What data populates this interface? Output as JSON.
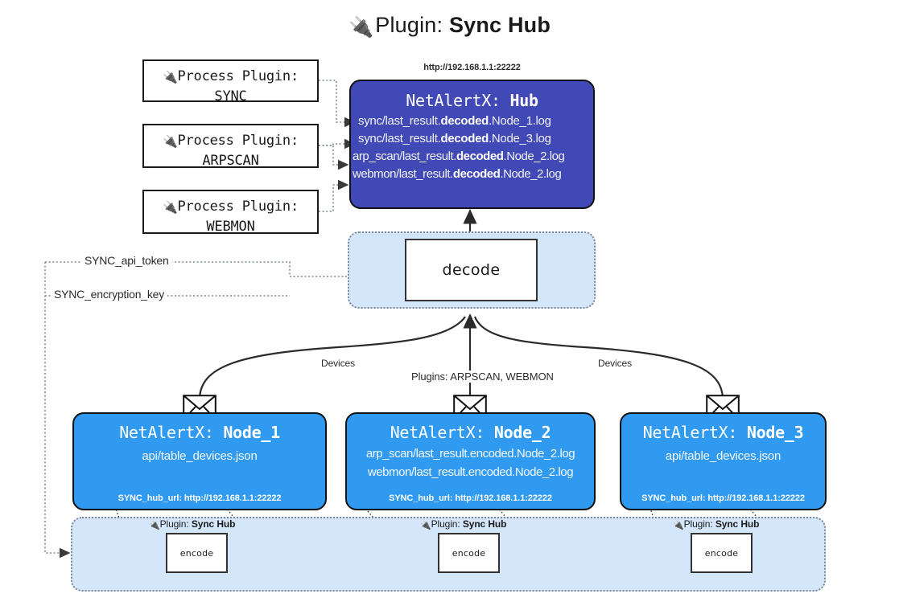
{
  "title": {
    "icon": "plug-icon",
    "prefix": "Plugin:",
    "name": "Sync Hub",
    "glyph": "🔌"
  },
  "process_plugins": [
    {
      "icon": "plug-icon",
      "line1": "Process Plugin:",
      "line2": "SYNC"
    },
    {
      "icon": "plug-icon",
      "line1": "Process Plugin:",
      "line2": "ARPSCAN"
    },
    {
      "icon": "plug-icon",
      "line1": "Process Plugin:",
      "line2": "WEBMON"
    }
  ],
  "hub": {
    "url": "http://192.168.1.1:22222",
    "title_prefix": "NetAlertX:",
    "title_name": "Hub",
    "logs": [
      {
        "pre": "sync/last_result.",
        "mid": "decoded",
        "post": ".Node_1.log"
      },
      {
        "pre": "sync/last_result.",
        "mid": "decoded",
        "post": ".Node_3.log"
      },
      {
        "pre": "arp_scan/last_result.",
        "mid": "decoded",
        "post": ".Node_2.log"
      },
      {
        "pre": "webmon/last_result.",
        "mid": "decoded",
        "post": ".Node_2.log"
      }
    ]
  },
  "decode": {
    "label": "decode"
  },
  "tokens": {
    "api_token": "SYNC_api_token",
    "encryption_key": "SYNC_encryption_key"
  },
  "edge_labels": {
    "devices_left": "Devices",
    "devices_right": "Devices",
    "plugins_center": "Plugins: ARPSCAN, WEBMON"
  },
  "nodes": [
    {
      "title_prefix": "NetAlertX:",
      "title_name": "Node_1",
      "lines": [
        "api/table_devices.json"
      ],
      "footer": "SYNC_hub_url: http://192.168.1.1:22222",
      "envelope_icon": "envelope-icon"
    },
    {
      "title_prefix": "NetAlertX:",
      "title_name": "Node_2",
      "lines": [
        "arp_scan/last_result.encoded.Node_2.log",
        "webmon/last_result.encoded.Node_2.log"
      ],
      "footer": "SYNC_hub_url: http://192.168.1.1:22222",
      "envelope_icon": "envelope-icon"
    },
    {
      "title_prefix": "NetAlertX:",
      "title_name": "Node_3",
      "lines": [
        "api/table_devices.json"
      ],
      "footer": "SYNC_hub_url: http://192.168.1.1:22222",
      "envelope_icon": "envelope-icon"
    }
  ],
  "encoders": [
    {
      "tag_prefix": "Plugin:",
      "tag_name": "Sync Hub",
      "label": "encode",
      "glyph": "🔌"
    },
    {
      "tag_prefix": "Plugin:",
      "tag_name": "Sync Hub",
      "label": "encode",
      "glyph": "🔌"
    },
    {
      "tag_prefix": "Plugin:",
      "tag_name": "Sync Hub",
      "label": "encode",
      "glyph": "🔌"
    }
  ],
  "colors": {
    "hub": "#4049b5",
    "node": "#309af0",
    "container": "#d4e7fa",
    "stroke": "#111111",
    "dotted": "#7d8792"
  }
}
